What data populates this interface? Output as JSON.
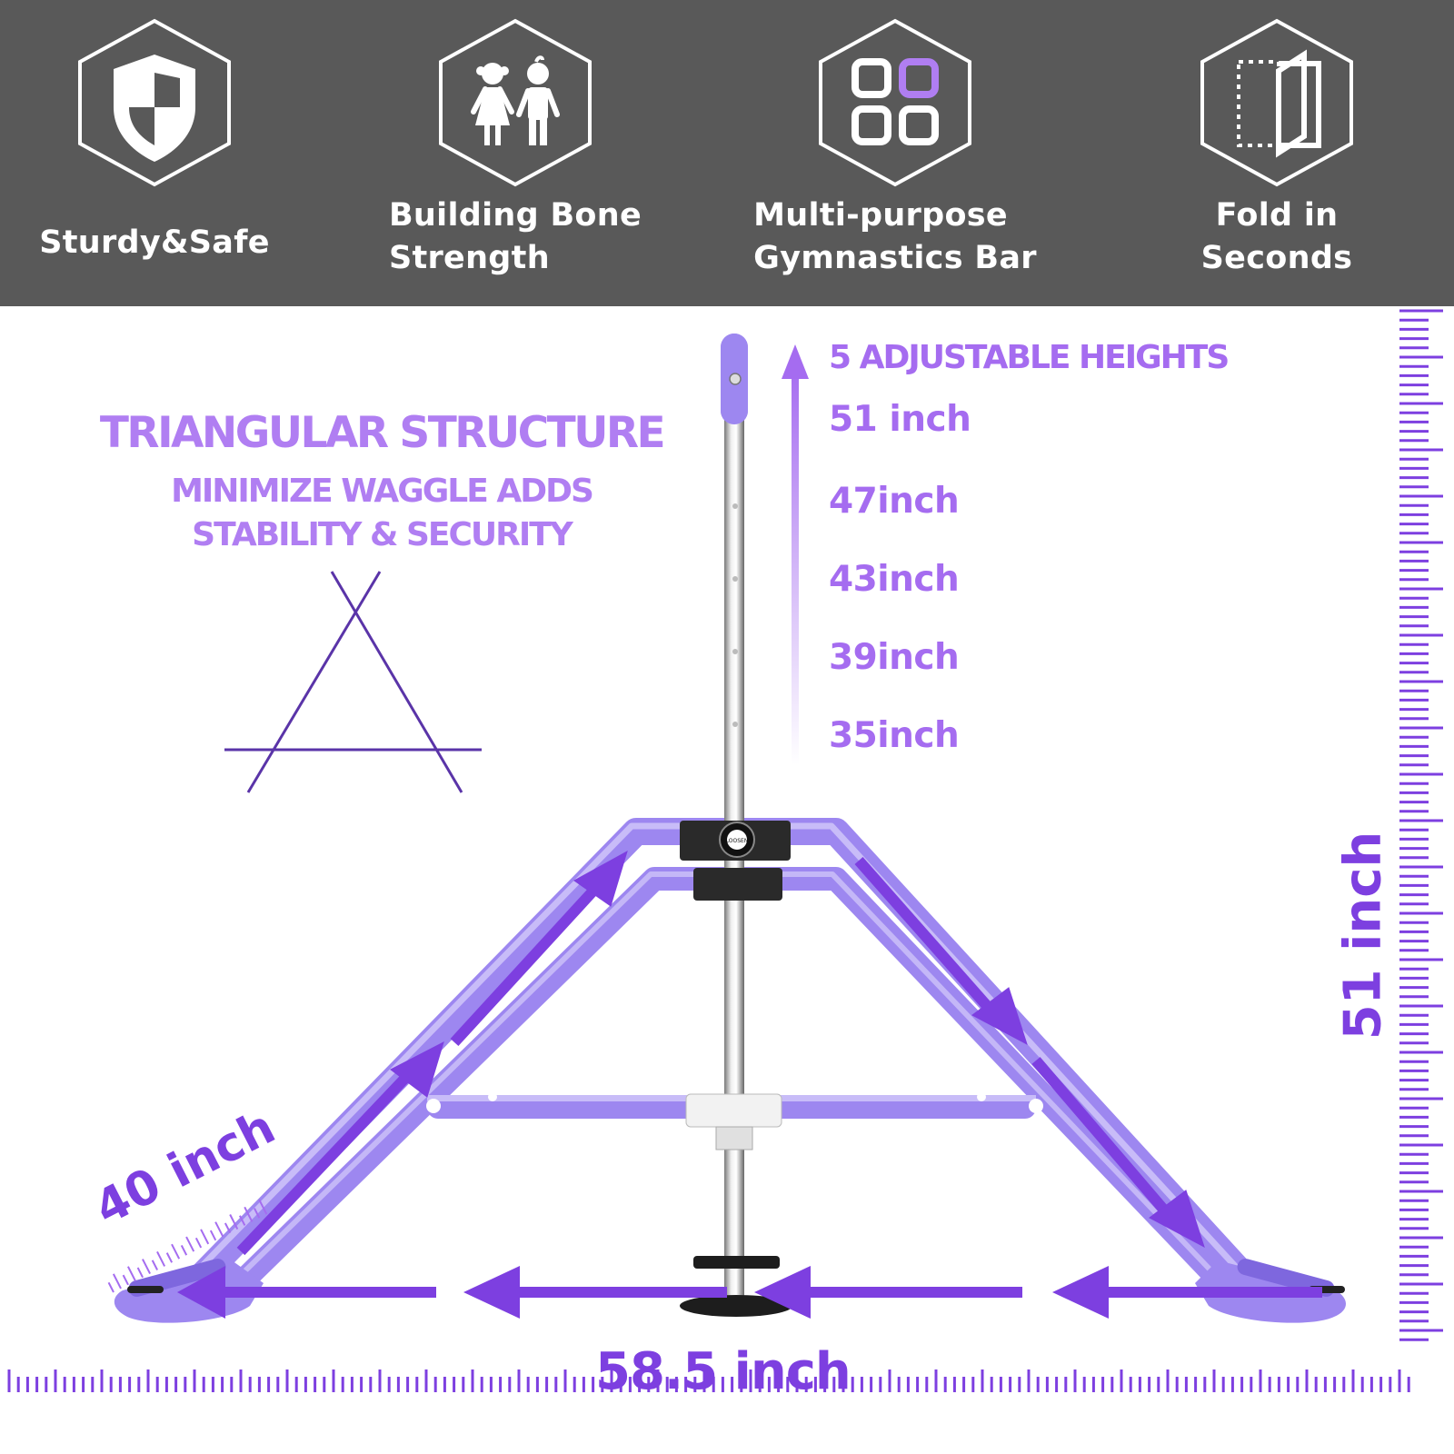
{
  "features": [
    {
      "label": "Sturdy&Safe",
      "icon": "shield-icon"
    },
    {
      "label": "Building Bone\nStrength",
      "icon": "children-icon"
    },
    {
      "label": "Multi-purpose\nGymnastics Bar",
      "icon": "grid-squares-icon"
    },
    {
      "label": "Fold in\nSeconds",
      "icon": "fold-door-icon"
    }
  ],
  "structure": {
    "title": "TRIANGULAR STRUCTURE",
    "subtitle": "MINIMIZE WAGGLE ADDS\nSTABILITY & SECURITY"
  },
  "heights": {
    "title": "5 ADJUSTABLE HEIGHTS",
    "items": [
      "51 inch",
      "47inch",
      "43inch",
      "39inch",
      "35inch"
    ]
  },
  "dimensions": {
    "width": "58.5 inch",
    "depth": "40 inch",
    "height": "51 inch"
  },
  "knob_label": "LOOSEN",
  "colors": {
    "band": "#595959",
    "lavender": "#9d87f0",
    "accent_purple": "#7d3fe0",
    "light_purple": "#b07ef2"
  }
}
